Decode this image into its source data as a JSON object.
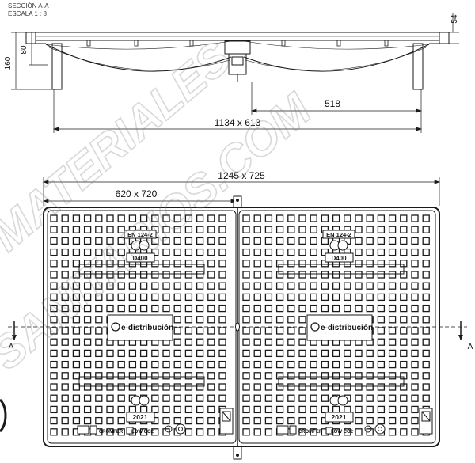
{
  "section": {
    "title": "SECCIÓN A-A",
    "scale": "ESCALA 1 : 8"
  },
  "dimensions": {
    "height_total": "160",
    "height_inner": "80",
    "depth_top": "54",
    "half_span": "518",
    "inner_size": "1134 x 613",
    "outer_size": "1245 x 725",
    "half_size": "620 x 720"
  },
  "section_markers": {
    "left": "A",
    "right": "A"
  },
  "plate_marks": {
    "standard": "EN 124-2",
    "class": "D400",
    "brand": "e-distribución",
    "year": "2021",
    "material": "CROMFER",
    "co2": "LOW CO2"
  },
  "watermark": {
    "line1": "MATERIALES",
    "line2": "SANITARIOS.COM"
  },
  "colors": {
    "line": "#1a1a1a",
    "fill": "#ffffff"
  }
}
